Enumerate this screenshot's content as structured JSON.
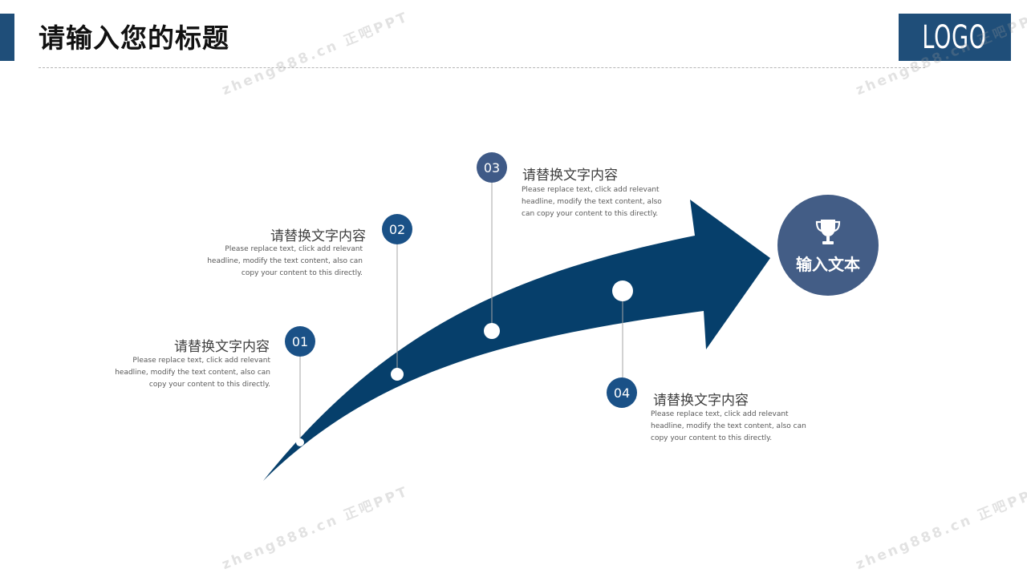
{
  "header": {
    "title": "请输入您的标题",
    "logo": "LOGO"
  },
  "watermark": "zheng888.cn 正吧PPT",
  "colors": {
    "accent": "#1f4e79",
    "arrow": "#063f6b",
    "badge_dark": "#1a5187",
    "badge_slate": "#3f5a87",
    "goal": "#435d86"
  },
  "steps": [
    {
      "number": "01",
      "title": "请替换文字内容",
      "desc_lines": [
        "Please replace text, click add relevant",
        "headline, modify the text content, also can",
        "copy your content to this directly."
      ]
    },
    {
      "number": "02",
      "title": "请替换文字内容",
      "desc_lines": [
        "Please replace text, click add relevant",
        "headline, modify the text content, also can",
        "copy your content to this directly."
      ]
    },
    {
      "number": "03",
      "title": "请替换文字内容",
      "desc_lines": [
        "Please replace text, click add relevant",
        "headline, modify the text content, also",
        "can copy your content to this directly."
      ]
    },
    {
      "number": "04",
      "title": "请替换文字内容",
      "desc_lines": [
        "Please replace text, click add relevant",
        "headline, modify the text content, also can",
        "copy your content to this directly."
      ]
    }
  ],
  "goal": {
    "icon": "trophy-icon",
    "label": "输入文本"
  }
}
